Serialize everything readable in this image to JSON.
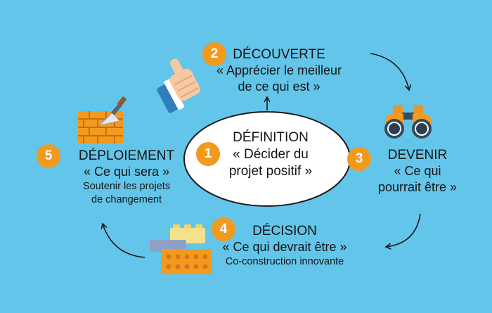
{
  "steps": {
    "definition": {
      "number": "1",
      "title": "DÉFINITION",
      "quote_line1": "« Décider du",
      "quote_line2": "projet positif »"
    },
    "discovery": {
      "number": "2",
      "title": "DÉCOUVERTE",
      "quote_line1": "« Apprécier le meilleur",
      "quote_line2": "de ce qui est »"
    },
    "becoming": {
      "number": "3",
      "title": "DEVENIR",
      "quote_line1": "« Ce qui",
      "quote_line2": "pourrait être »"
    },
    "decision": {
      "number": "4",
      "title": "DÉCISION",
      "quote": "« Ce qui devrait être »",
      "subtitle": "Co-construction innovante"
    },
    "deployment": {
      "number": "5",
      "title": "DÉPLOIEMENT",
      "quote": "« Ce qui sera »",
      "subtitle_line1": "Soutenir les projets",
      "subtitle_line2": "de changement"
    }
  },
  "colors": {
    "background": "#63c5ea",
    "badge": "#f29a1d",
    "text": "#141414",
    "ellipse_fill": "#ffffff"
  },
  "icons": [
    "thumbs-up-icon",
    "binoculars-icon",
    "building-blocks-icon",
    "brick-wall-trowel-icon"
  ]
}
